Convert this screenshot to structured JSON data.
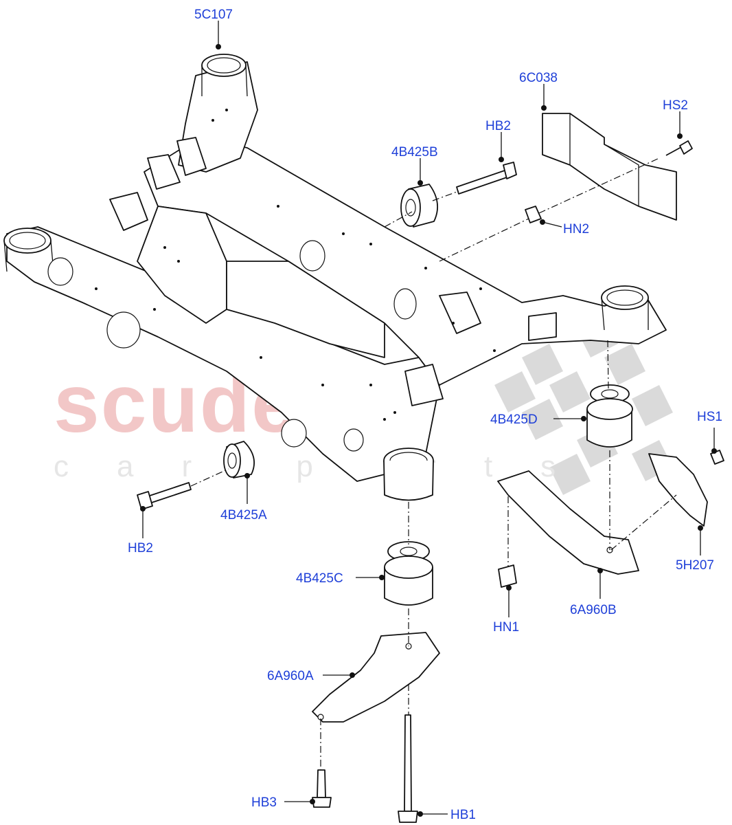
{
  "watermark": {
    "brand": "scuderia",
    "tagline": "car parts"
  },
  "callouts": {
    "c_5C107": "5C107",
    "c_6C038": "6C038",
    "c_HS2": "HS2",
    "c_HB2_top": "HB2",
    "c_4B425B": "4B425B",
    "c_HN2": "HN2",
    "c_4B425D": "4B425D",
    "c_HS1": "HS1",
    "c_4B425A": "4B425A",
    "c_HB2_bottom": "HB2",
    "c_5H207": "5H207",
    "c_4B425C": "4B425C",
    "c_HN1": "HN1",
    "c_6A960B": "6A960B",
    "c_6A960A": "6A960A",
    "c_HB3": "HB3",
    "c_HB1": "HB1"
  }
}
